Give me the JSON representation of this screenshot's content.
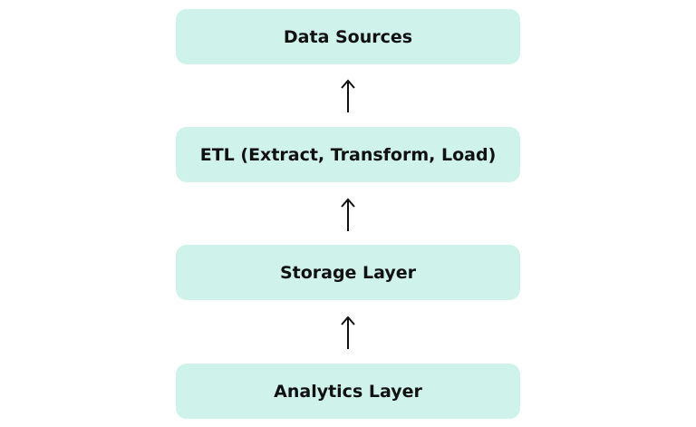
{
  "colors": {
    "box_fill": "#cff2ea",
    "arrow": "#111111",
    "text": "#111111"
  },
  "boxes": [
    {
      "label": "Data Sources"
    },
    {
      "label": "ETL (Extract, Transform, Load)"
    },
    {
      "label": "Storage Layer"
    },
    {
      "label": "Analytics Layer"
    }
  ],
  "arrows": [
    {
      "icon": "arrow-up-icon"
    },
    {
      "icon": "arrow-up-icon"
    },
    {
      "icon": "arrow-up-icon"
    }
  ]
}
